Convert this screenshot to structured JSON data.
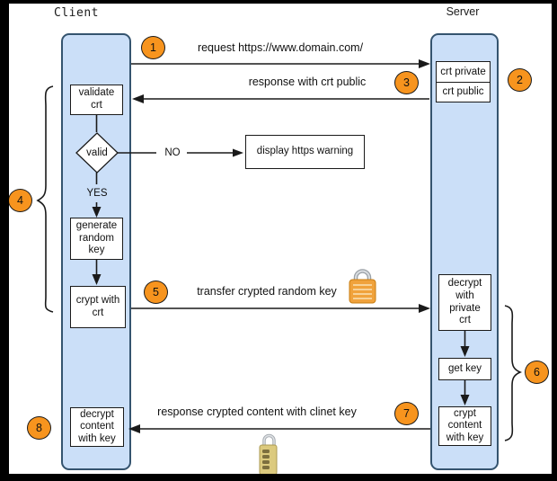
{
  "actors": {
    "client": "Client",
    "server": "Server"
  },
  "steps": {
    "1": "1",
    "2": "2",
    "3": "3",
    "4": "4",
    "5": "5",
    "6": "6",
    "7": "7",
    "8": "8"
  },
  "messages": {
    "request": "request https://www.domain.com/",
    "response_public": "response with crt public",
    "transfer_key": "transfer crypted random key",
    "response_content": "response crypted content with clinet key"
  },
  "client_nodes": {
    "validate_crt": "validate\ncrt",
    "valid": "valid",
    "yes": "YES",
    "no": "NO",
    "display_warning": "display https warning",
    "generate_key": "generate\nrandom\nkey",
    "crypt_with_crt": "crypt with\ncrt",
    "decrypt_content": "decrypt\ncontent\nwith key"
  },
  "server_nodes": {
    "crt_private": "crt private",
    "crt_public": "crt public",
    "decrypt_private": "decrypt\nwith\nprivate\ncrt",
    "get_key": "get key",
    "crypt_content": "crypt\ncontent\nwith key"
  },
  "icons": {
    "padlock": "padlock-icon",
    "combination_lock": "combination-lock-icon"
  },
  "colors": {
    "step_badge": "#F7941E",
    "lifeline_fill": "#CBDFF8",
    "lifeline_border": "#35546F",
    "lock_gold": "#F0A23C",
    "lock_brass": "#DCCA7E"
  }
}
